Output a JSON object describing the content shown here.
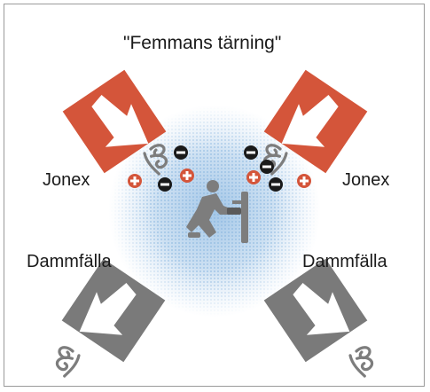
{
  "title": "\"Femmans tärning\"",
  "labels": {
    "jonex_left": "Jonex",
    "jonex_right": "Jonex",
    "dammfalla_left": "Dammfälla",
    "dammfalla_right": "Dammfälla"
  },
  "units": [
    {
      "name": "Jonex",
      "position": "top-left",
      "color": "#d4553a",
      "icon": "down-right-arrow-icon"
    },
    {
      "name": "Jonex",
      "position": "top-right",
      "color": "#d4553a",
      "icon": "down-left-arrow-icon"
    },
    {
      "name": "Dammfälla",
      "position": "bottom-left",
      "color": "#7a7a7a",
      "icon": "down-left-arrow-icon"
    },
    {
      "name": "Dammfälla",
      "position": "bottom-right",
      "color": "#7a7a7a",
      "icon": "down-right-arrow-icon"
    }
  ],
  "colors": {
    "jonex": "#d4553a",
    "dammfalla": "#7a7a7a",
    "glow": "#b9d3ea",
    "worker": "#7d7d7d",
    "ion_negative": "#1a1a1a",
    "ion_positive": "#d4553a"
  },
  "ions": {
    "negative_symbol": "−",
    "positive_symbol": "+"
  }
}
